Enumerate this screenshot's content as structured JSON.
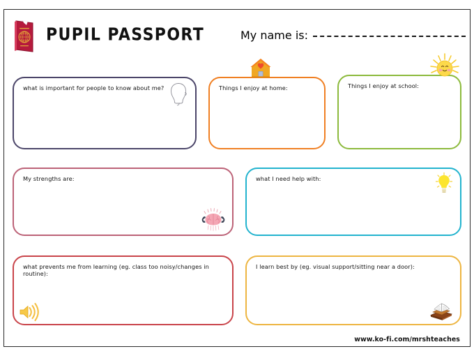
{
  "document": {
    "title": "PUPIL PASSPORT",
    "type": "pupil-passport-worksheet"
  },
  "header": {
    "title": "PUPIL PASSPORT",
    "passport_icon": "passport-book-icon",
    "name_field": {
      "label": "My name is:",
      "value": "",
      "placeholder": "",
      "line_style": "dashed"
    }
  },
  "boxes": [
    {
      "id": "important",
      "label": "what is important for people to know about me?",
      "value": "",
      "border_color": "#4b4569",
      "icon": "face-outline-icon"
    },
    {
      "id": "home",
      "label": "Things I enjoy at home:",
      "value": "",
      "border_color": "#f07f22",
      "icon": "house-icon"
    },
    {
      "id": "school",
      "label": "Things I enjoy at school:",
      "value": "",
      "border_color": "#8cba3c",
      "icon": "sun-icon"
    },
    {
      "id": "strengths",
      "label": "My strengths are:",
      "value": "",
      "border_color": "#bc6277",
      "icon": "flexing-brain-icon"
    },
    {
      "id": "help",
      "label": "what I need help with:",
      "value": "",
      "border_color": "#22b3ce",
      "icon": "lightbulb-icon"
    },
    {
      "id": "prevents",
      "label": "what prevents me from learning (eg. class too noisy/changes in routine):",
      "value": "",
      "border_color": "#c9444a",
      "icon": "sound-waves-icon"
    },
    {
      "id": "learn",
      "label": "I learn best by (eg. visual support/sitting near a door):",
      "value": "",
      "border_color": "#edb541",
      "icon": "books-icon"
    }
  ],
  "footer": {
    "url": "www.ko-fi.com/mrshteaches"
  },
  "colors": {
    "page_border": "#2a2a2a",
    "text": "#111111",
    "purple": "#4b4569",
    "orange": "#f07f22",
    "green": "#8cba3c",
    "pink": "#bc6277",
    "cyan": "#22b3ce",
    "red": "#c9444a",
    "amber": "#edb541"
  }
}
